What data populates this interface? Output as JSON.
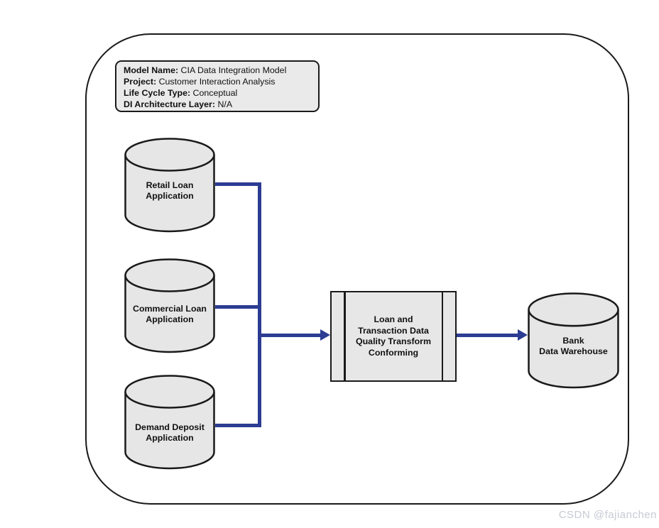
{
  "model_info": {
    "lines": [
      {
        "label": "Model Name:",
        "value": " CIA Data Integration Model"
      },
      {
        "label": "Project:",
        "value": " Customer Interaction Analysis"
      },
      {
        "label": "Life Cycle Type:",
        "value": " Conceptual"
      },
      {
        "label": "DI Architecture Layer:",
        "value": " N/A"
      }
    ]
  },
  "sources": [
    {
      "id": "retail-loan",
      "label": "Retail Loan\nApplication"
    },
    {
      "id": "commercial-loan",
      "label": "Commercial Loan\nApplication"
    },
    {
      "id": "demand-deposit",
      "label": "Demand Deposit\nApplication"
    }
  ],
  "transform": {
    "label": "Loan and\nTransaction Data\nQuality Transform\nConforming"
  },
  "target": {
    "label": "Bank\nData Warehouse"
  },
  "watermark": "CSDN @fajianchen",
  "colors": {
    "connector": "#2b3c92",
    "shape_fill": "#e6e6e6",
    "outline": "#1a1a1a",
    "watermark": "#c6cad3"
  }
}
